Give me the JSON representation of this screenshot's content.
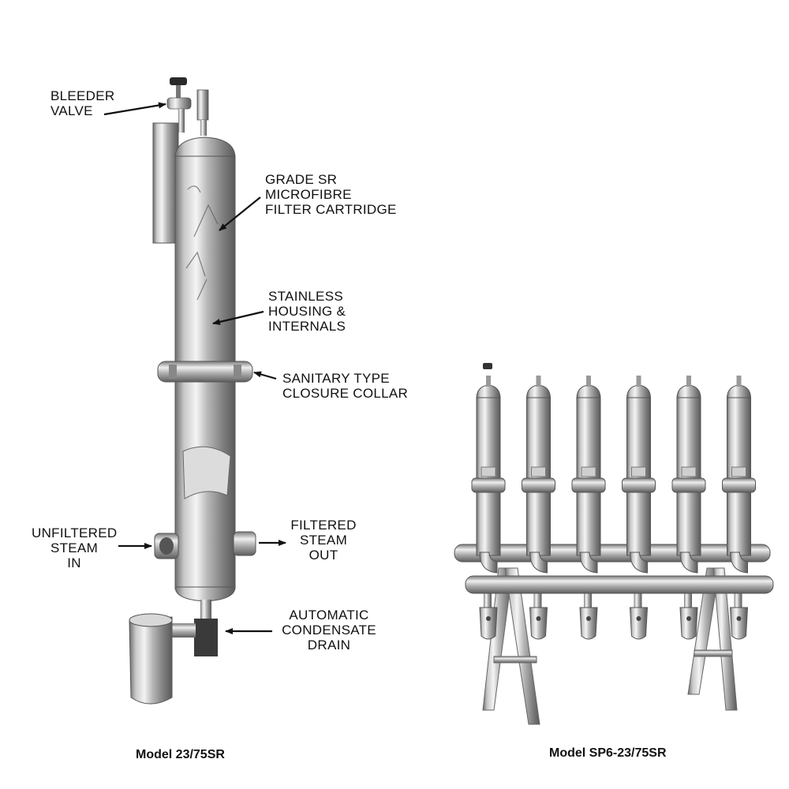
{
  "left_figure": {
    "caption": "Model 23/75SR",
    "labels": {
      "bleeder_valve": [
        "BLEEDER",
        "VALVE"
      ],
      "filter_cartridge": [
        "GRADE SR",
        "MICROFIBRE",
        "FILTER CARTRIDGE"
      ],
      "housing": [
        "STAINLESS",
        "HOUSING &",
        "INTERNALS"
      ],
      "collar": [
        "SANITARY TYPE",
        "CLOSURE COLLAR"
      ],
      "steam_in": [
        "UNFILTERED",
        "STEAM",
        "IN"
      ],
      "steam_out": [
        "FILTERED",
        "STEAM",
        "OUT"
      ],
      "drain": [
        "AUTOMATIC",
        "CONDENSATE",
        "DRAIN"
      ]
    }
  },
  "right_figure": {
    "caption": "Model SP6-23/75SR",
    "filter_units": 6
  }
}
